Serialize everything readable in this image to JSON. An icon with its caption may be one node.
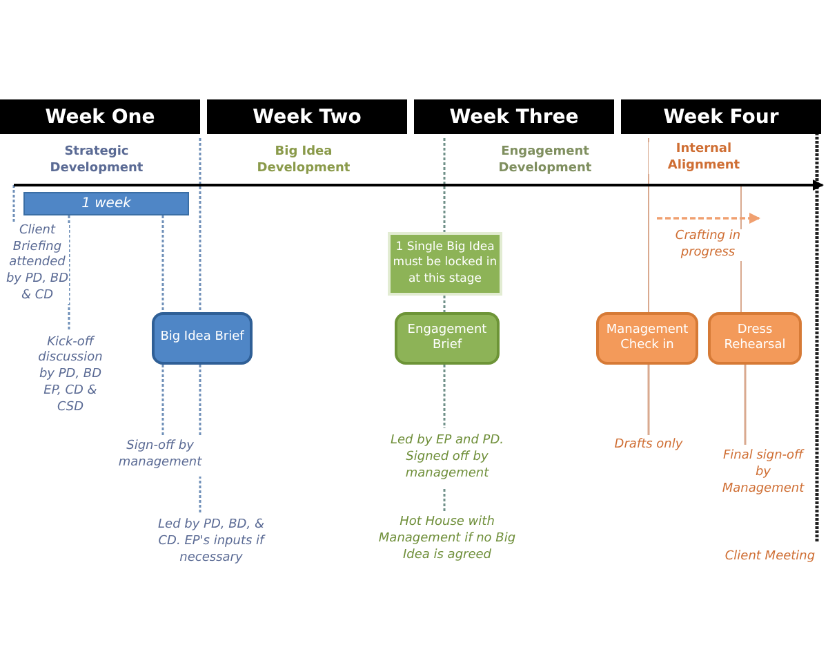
{
  "diagram": {
    "nodes": [
      {
        "text": [
          "Week One"
        ]
      },
      {
        "text": [
          "Week Two"
        ]
      },
      {
        "text": [
          "Week Three"
        ]
      },
      {
        "text": [
          "Week Four"
        ]
      },
      {
        "text": [
          "1 week"
        ]
      },
      {
        "text": [
          "Big Idea Brief"
        ]
      },
      {
        "text": [
          "1 Single Big Idea must be locked in at this stage"
        ]
      },
      {
        "text": [
          "Engagement Brief"
        ]
      },
      {
        "text": [
          "Management Check in"
        ]
      },
      {
        "text": [
          "Dress Rehearsal"
        ]
      },
      {
        "text": [
          "Kick-off discussion by PD, BD EP, CD & CSD"
        ]
      },
      {
        "text": [
          "Sign-off by management"
        ]
      },
      {
        "text": [
          "Led by PD, BD, & CD. EP's inputs if necessary"
        ]
      },
      {
        "text": [
          "Led by EP and PD. Signed off by management"
        ]
      },
      {
        "text": [
          "Hot House with Management if no Big Idea is agreed"
        ]
      },
      {
        "text": [
          "Drafts only"
        ]
      },
      {
        "text": [
          "Final sign-off by Management"
        ]
      }
    ],
    "edges": [
      {
        "from": 4,
        "to": 10,
        "arrow": "none",
        "style": "dashed"
      },
      {
        "from": 4,
        "to": 5,
        "arrow": "none",
        "style": "dashed"
      },
      {
        "from": 5,
        "to": 11,
        "arrow": "none",
        "style": "dashed"
      },
      {
        "from": 5,
        "to": 12,
        "arrow": "none",
        "style": "dashed"
      },
      {
        "from": 6,
        "to": 7,
        "arrow": "none",
        "style": "dashed",
        "color": "#6f8f88"
      },
      {
        "from": 7,
        "to": 13,
        "arrow": "none",
        "style": "dashed",
        "color": "#6f8f88"
      },
      {
        "from": 13,
        "to": 14,
        "arrow": "none",
        "style": "dashed",
        "color": "#6f8f88"
      },
      {
        "from": 8,
        "to": 15,
        "arrow": "none",
        "color": "#d9a98f"
      },
      {
        "from": 9,
        "to": 16,
        "arrow": "none",
        "color": "#d9a98f"
      }
    ],
    "labels": [
      "Strategic Development",
      "Big Idea Development",
      "Engagement Development",
      "Internal Alignment",
      "Client Briefing attended by PD, BD & CD",
      "Crafting in progress",
      "Client Meeting"
    ]
  }
}
